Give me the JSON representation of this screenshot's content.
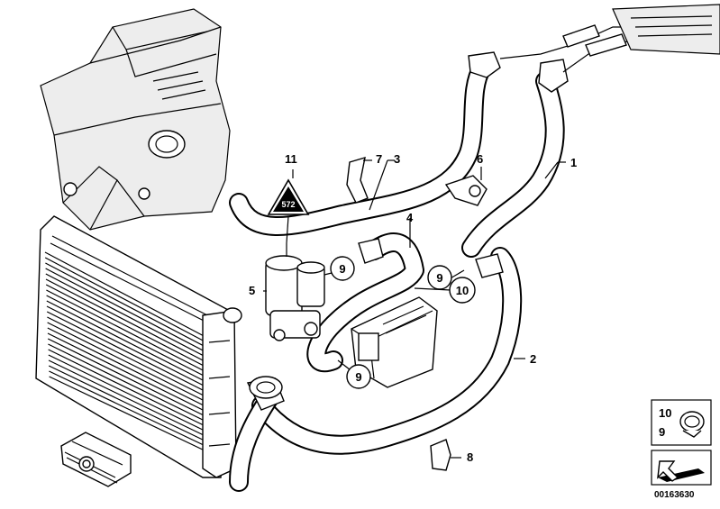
{
  "callouts": {
    "c1": "1",
    "c2": "2",
    "c3": "3",
    "c4": "4",
    "c5": "5",
    "c6": "6",
    "c7": "7",
    "c8": "8",
    "c9a": "9",
    "c9b": "9",
    "c9c": "9",
    "c10": "10",
    "c11": "11"
  },
  "warning_label": "572",
  "legend": {
    "top": "10",
    "bottom": "9"
  },
  "diagram_number": "00163630",
  "icons": [
    "engine-block",
    "radiator",
    "oil-cooler",
    "valve-block",
    "expansion-tank",
    "hose-clamp-icon",
    "bolt-icon",
    "arrow-icon"
  ]
}
